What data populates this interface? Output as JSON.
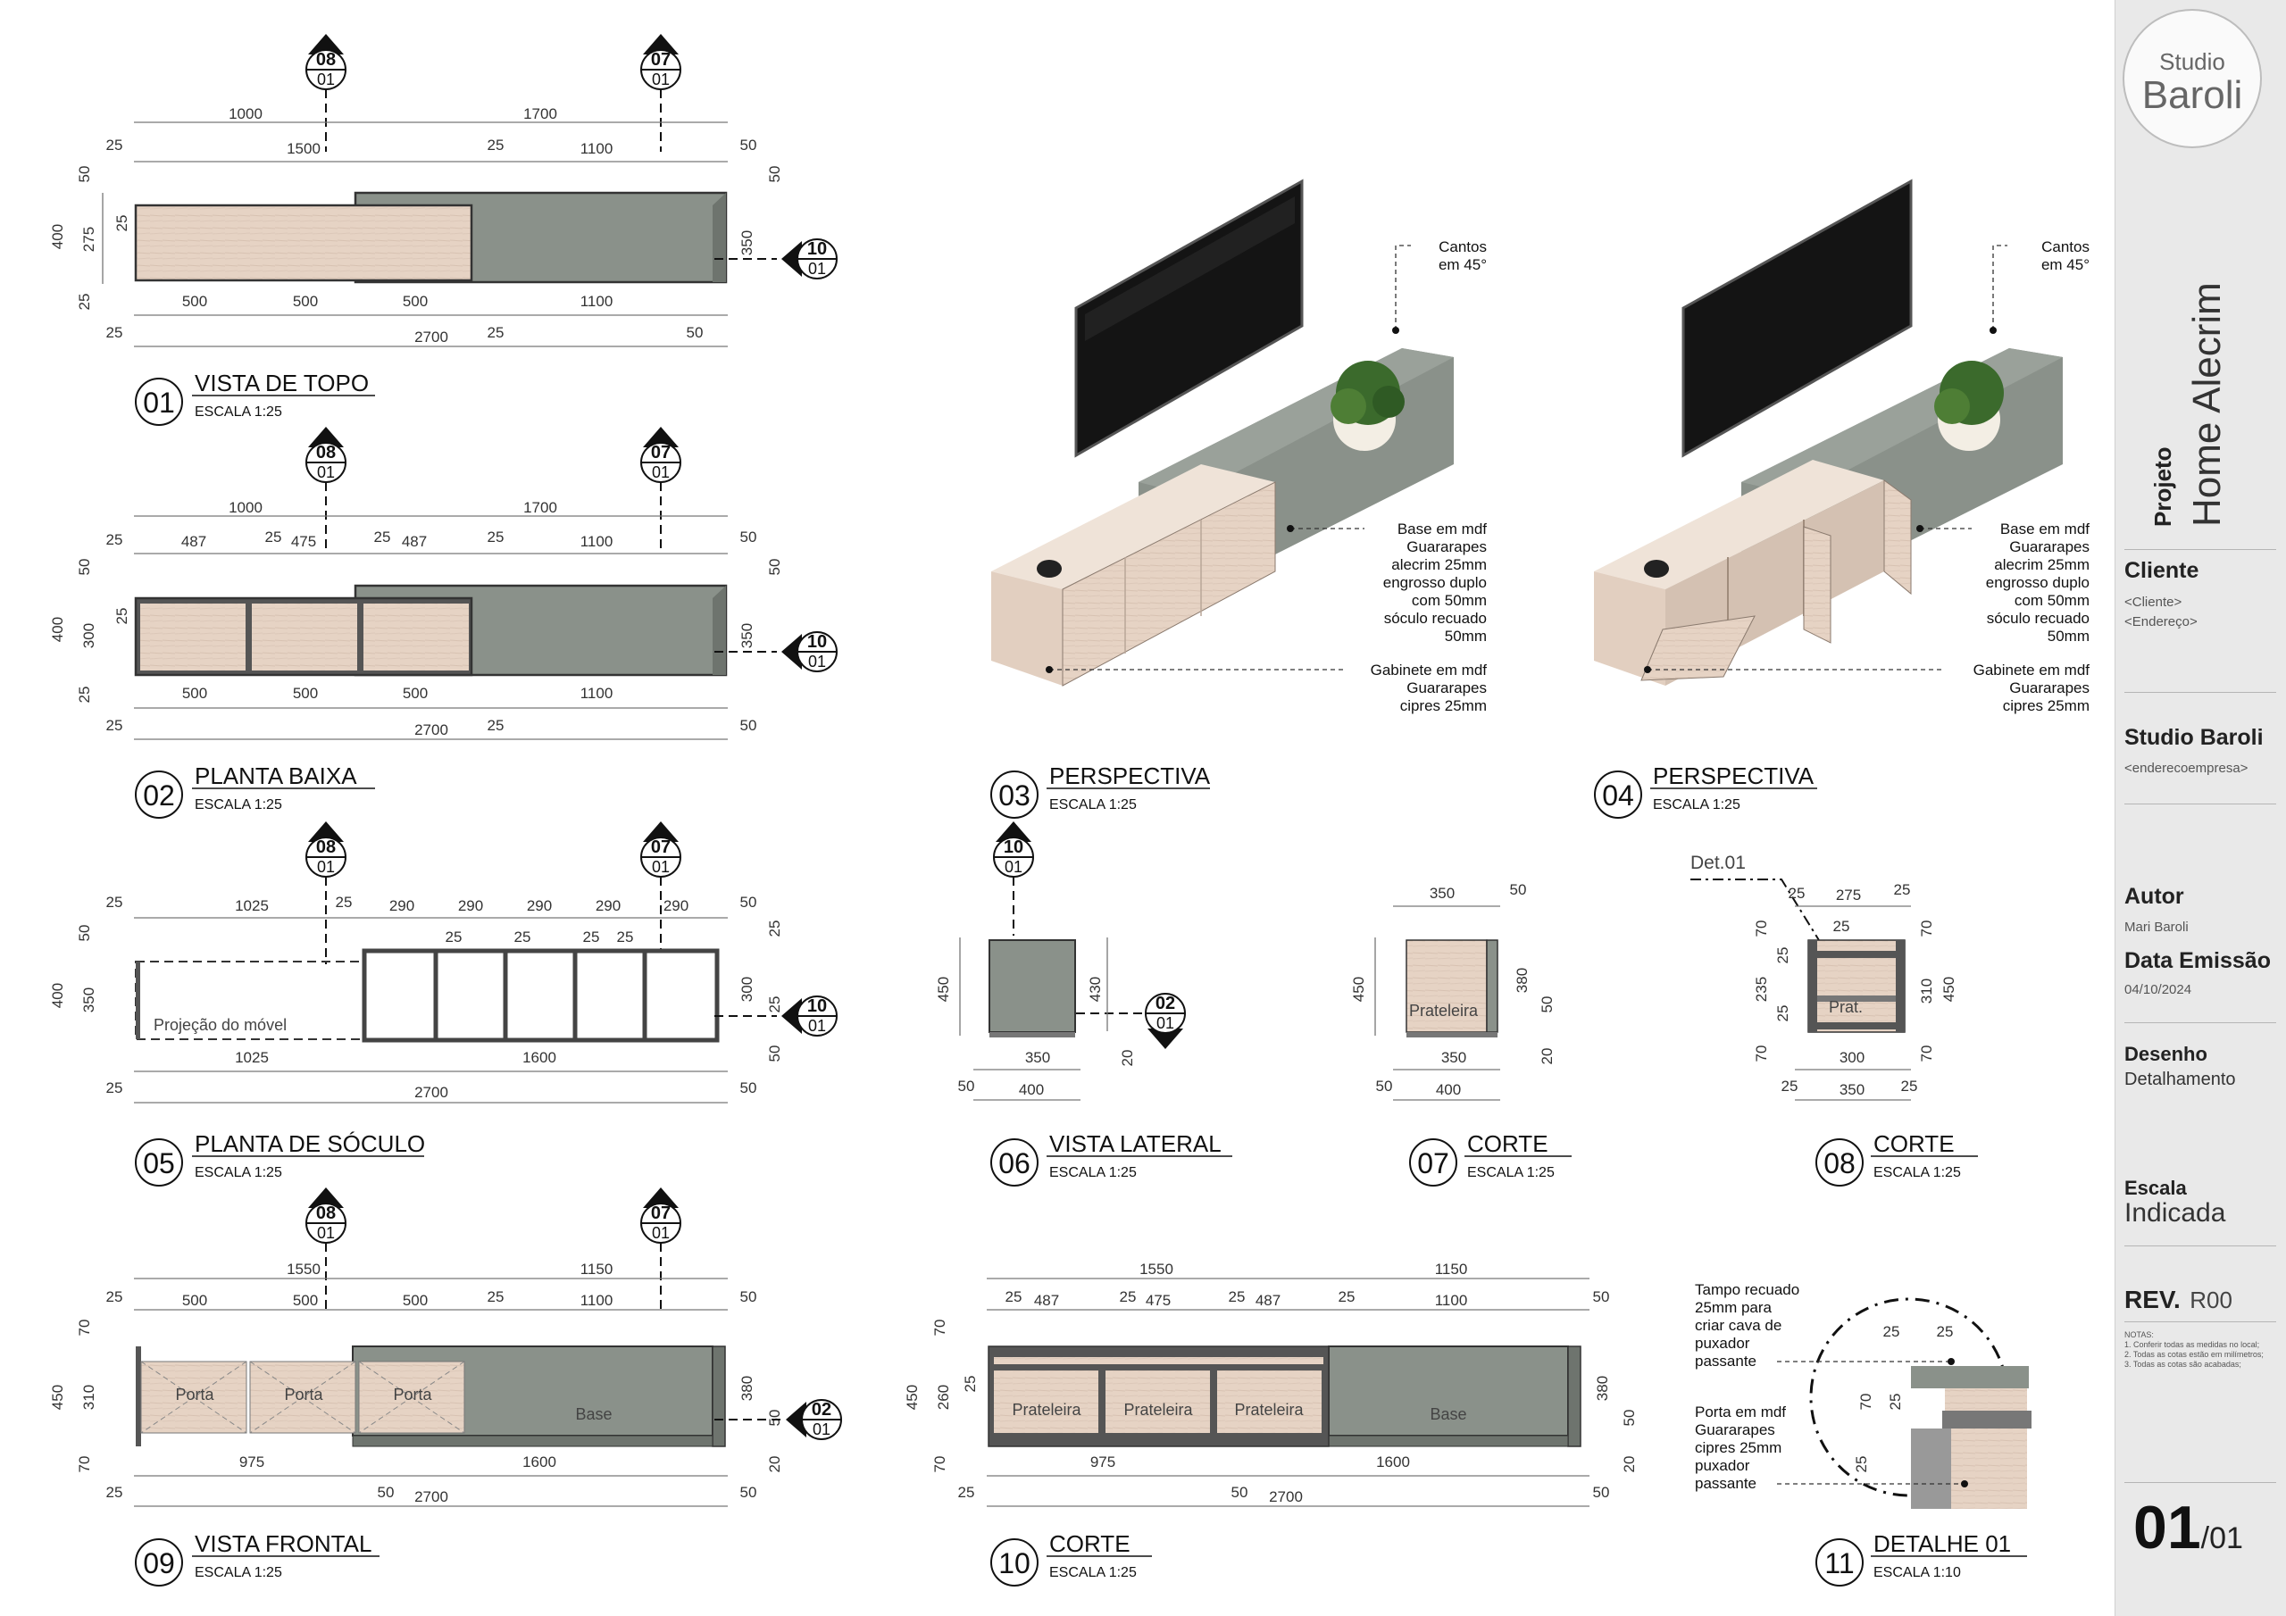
{
  "views": [
    {
      "num": "01",
      "title": "VISTA DE TOPO",
      "scale": "ESCALA 1:25"
    },
    {
      "num": "02",
      "title": "PLANTA BAIXA",
      "scale": "ESCALA 1:25"
    },
    {
      "num": "03",
      "title": "PERSPECTIVA",
      "scale": "ESCALA 1:25"
    },
    {
      "num": "04",
      "title": "PERSPECTIVA",
      "scale": "ESCALA 1:25"
    },
    {
      "num": "05",
      "title": "PLANTA DE SÓCULO",
      "scale": "ESCALA 1:25"
    },
    {
      "num": "06",
      "title": "VISTA LATERAL",
      "scale": "ESCALA 1:25"
    },
    {
      "num": "07",
      "title": "CORTE",
      "scale": "ESCALA 1:25"
    },
    {
      "num": "08",
      "title": "CORTE",
      "scale": "ESCALA 1:25"
    },
    {
      "num": "09",
      "title": "VISTA FRONTAL",
      "scale": "ESCALA 1:25"
    },
    {
      "num": "10",
      "title": "CORTE",
      "scale": "ESCALA 1:25"
    },
    {
      "num": "11",
      "title": "DETALHE 01",
      "scale": "ESCALA 1:10"
    }
  ],
  "markers": {
    "m08": {
      "top": "08",
      "bottom": "01"
    },
    "m07": {
      "top": "07",
      "bottom": "01"
    },
    "m10": {
      "top": "10",
      "bottom": "01"
    },
    "m02": {
      "top": "02",
      "bottom": "01"
    }
  },
  "dims": {
    "v01": {
      "top1000": "1000",
      "top1700": "1700",
      "l25": "25",
      "t1500": "1500",
      "m25": "25",
      "t1100": "1100",
      "r50": "50",
      "h50": "50",
      "h400": "400",
      "h275": "275",
      "h25": "25",
      "h25b": "25",
      "rh50": "50",
      "rh350": "350",
      "b500a": "500",
      "b500b": "500",
      "b500c": "500",
      "b1100": "1100",
      "bl25": "25",
      "b2700": "2700",
      "bm25": "25",
      "br50": "50"
    },
    "v02": {
      "top1000": "1000",
      "top1700": "1700",
      "l25": "25",
      "d487a": "487",
      "m25a": "25",
      "d475": "475",
      "m25b": "25",
      "d487b": "487",
      "m25c": "25",
      "d1100": "1100",
      "r50": "50",
      "h50": "50",
      "h400": "400",
      "h300": "300",
      "h25": "25",
      "h25b": "25",
      "rh50": "50",
      "rh350": "350",
      "b500a": "500",
      "b500b": "500",
      "b500c": "500",
      "b1100": "1100",
      "bl25": "25",
      "b2700": "2700",
      "bm25": "25",
      "br50": "50"
    },
    "v05": {
      "l25": "25",
      "d1025": "1025",
      "g25": "25",
      "d290a": "290",
      "d290b": "290",
      "d290c": "290",
      "d290d": "290",
      "d290e": "290",
      "r50": "50",
      "s25a": "25",
      "s25b": "25",
      "s25c": "25",
      "s25d": "25",
      "h50": "50",
      "h400": "400",
      "h350": "350",
      "rh25": "25",
      "rh300": "300",
      "rh25b": "25",
      "rh50": "50",
      "b1025": "1025",
      "b1600": "1600",
      "bl25": "25",
      "b2700": "2700",
      "br50": "50",
      "proj": "Projeção do móvel"
    },
    "v06": {
      "h450": "450",
      "h430": "430",
      "h20": "20",
      "w350": "350",
      "w400": "400",
      "l50": "50"
    },
    "v07": {
      "w350": "350",
      "r50": "50",
      "h450": "450",
      "h380": "380",
      "h50": "50",
      "h20": "20",
      "b350": "350",
      "b400": "400",
      "l50": "50",
      "prat": "Prateleira"
    },
    "v08": {
      "det": "Det.01",
      "t25": "25",
      "t275": "275",
      "t25b": "25",
      "l70": "70",
      "l25": "25",
      "l235": "235",
      "l25b": "25",
      "l70b": "70",
      "i25": "25",
      "r310": "310",
      "r450": "450",
      "r70": "70",
      "r70b": "70",
      "b300": "300",
      "b350": "350",
      "b25": "25",
      "b25b": "25",
      "prat": "Prat."
    },
    "v09": {
      "t1550": "1550",
      "t1150": "1150",
      "l25": "25",
      "d500a": "500",
      "d500b": "500",
      "d500c": "500",
      "m25": "25",
      "d1100": "1100",
      "r50": "50",
      "h70": "70",
      "h450": "450",
      "h310": "310",
      "h70b": "70",
      "rh380": "380",
      "rh50": "50",
      "rh20": "20",
      "b975": "975",
      "b1600": "1600",
      "bl25": "25",
      "b50": "50",
      "b2700": "2700",
      "br50": "50",
      "porta1": "Porta",
      "porta2": "Porta",
      "porta3": "Porta",
      "base": "Base"
    },
    "v10": {
      "t1550": "1550",
      "t1150": "1150",
      "l25a": "25",
      "d487a": "487",
      "m25a": "25",
      "d475": "475",
      "m25b": "25",
      "d487b": "487",
      "m25c": "25",
      "d1100": "1100",
      "r50": "50",
      "h70": "70",
      "h450": "450",
      "h260": "260",
      "h25": "25",
      "h70b": "70",
      "rh380": "380",
      "rh50": "50",
      "rh20": "20",
      "b975": "975",
      "b1600": "1600",
      "bl25": "25",
      "b50": "50",
      "b2700": "2700",
      "br50": "50",
      "p1": "Prateleira",
      "p2": "Prateleira",
      "p3": "Prateleira",
      "base": "Base"
    },
    "v11": {
      "tampo1": "Tampo recuado",
      "tampo2": "25mm para",
      "tampo3": "criar cava de",
      "tampo4": "puxador",
      "tampo5": "passante",
      "porta1": "Porta em mdf",
      "porta2": "Guararapes",
      "porta3": "cipres 25mm",
      "porta4": "puxador",
      "porta5": "passante",
      "d25a": "25",
      "d25b": "25",
      "d70": "70",
      "d25c": "25",
      "d25d": "25"
    }
  },
  "annotations": {
    "cantos1": "Cantos",
    "cantos2": "em 45°",
    "base1": "Base em mdf",
    "base2": "Guararapes",
    "base3": "alecrim 25mm",
    "base4": "engrosso duplo",
    "base5": "com 50mm",
    "base6": "sóculo recuado",
    "base7": "50mm",
    "gab1": "Gabinete em mdf",
    "gab2": "Guararapes",
    "gab3": "cipres 25mm"
  },
  "sidebar": {
    "logo_small": "Studio",
    "logo_big": "Baroli",
    "projeto_label": "Projeto",
    "projeto_name": "Home Alecrim",
    "cliente_label": "Cliente",
    "cliente_value": "<Cliente>",
    "endereco_value": "<Endereço>",
    "studio_name": "Studio Baroli",
    "studio_address": "<enderecoempresa>",
    "autor_label": "Autor",
    "autor_value": "Mari Baroli",
    "data_label": "Data Emissão",
    "data_value": "04/10/2024",
    "desenho_label": "Desenho",
    "desenho_value": "Detalhamento",
    "escala_label": "Escala",
    "escala_value": "Indicada",
    "rev_label": "REV.",
    "rev_value": "R00",
    "notes_title": "NOTAS:",
    "note1": "1. Conferir todas as medidas no local;",
    "note2": "2. Todas as cotas estão em milímetros;",
    "note3": "3. Todas as cotas são acabadas;",
    "sheet_num": "01",
    "sheet_total": "/01"
  },
  "colors": {
    "wood": "#e6d3c4",
    "green": "#8a918a",
    "outline": "#333333",
    "sidebar": "#e9e9e9"
  }
}
